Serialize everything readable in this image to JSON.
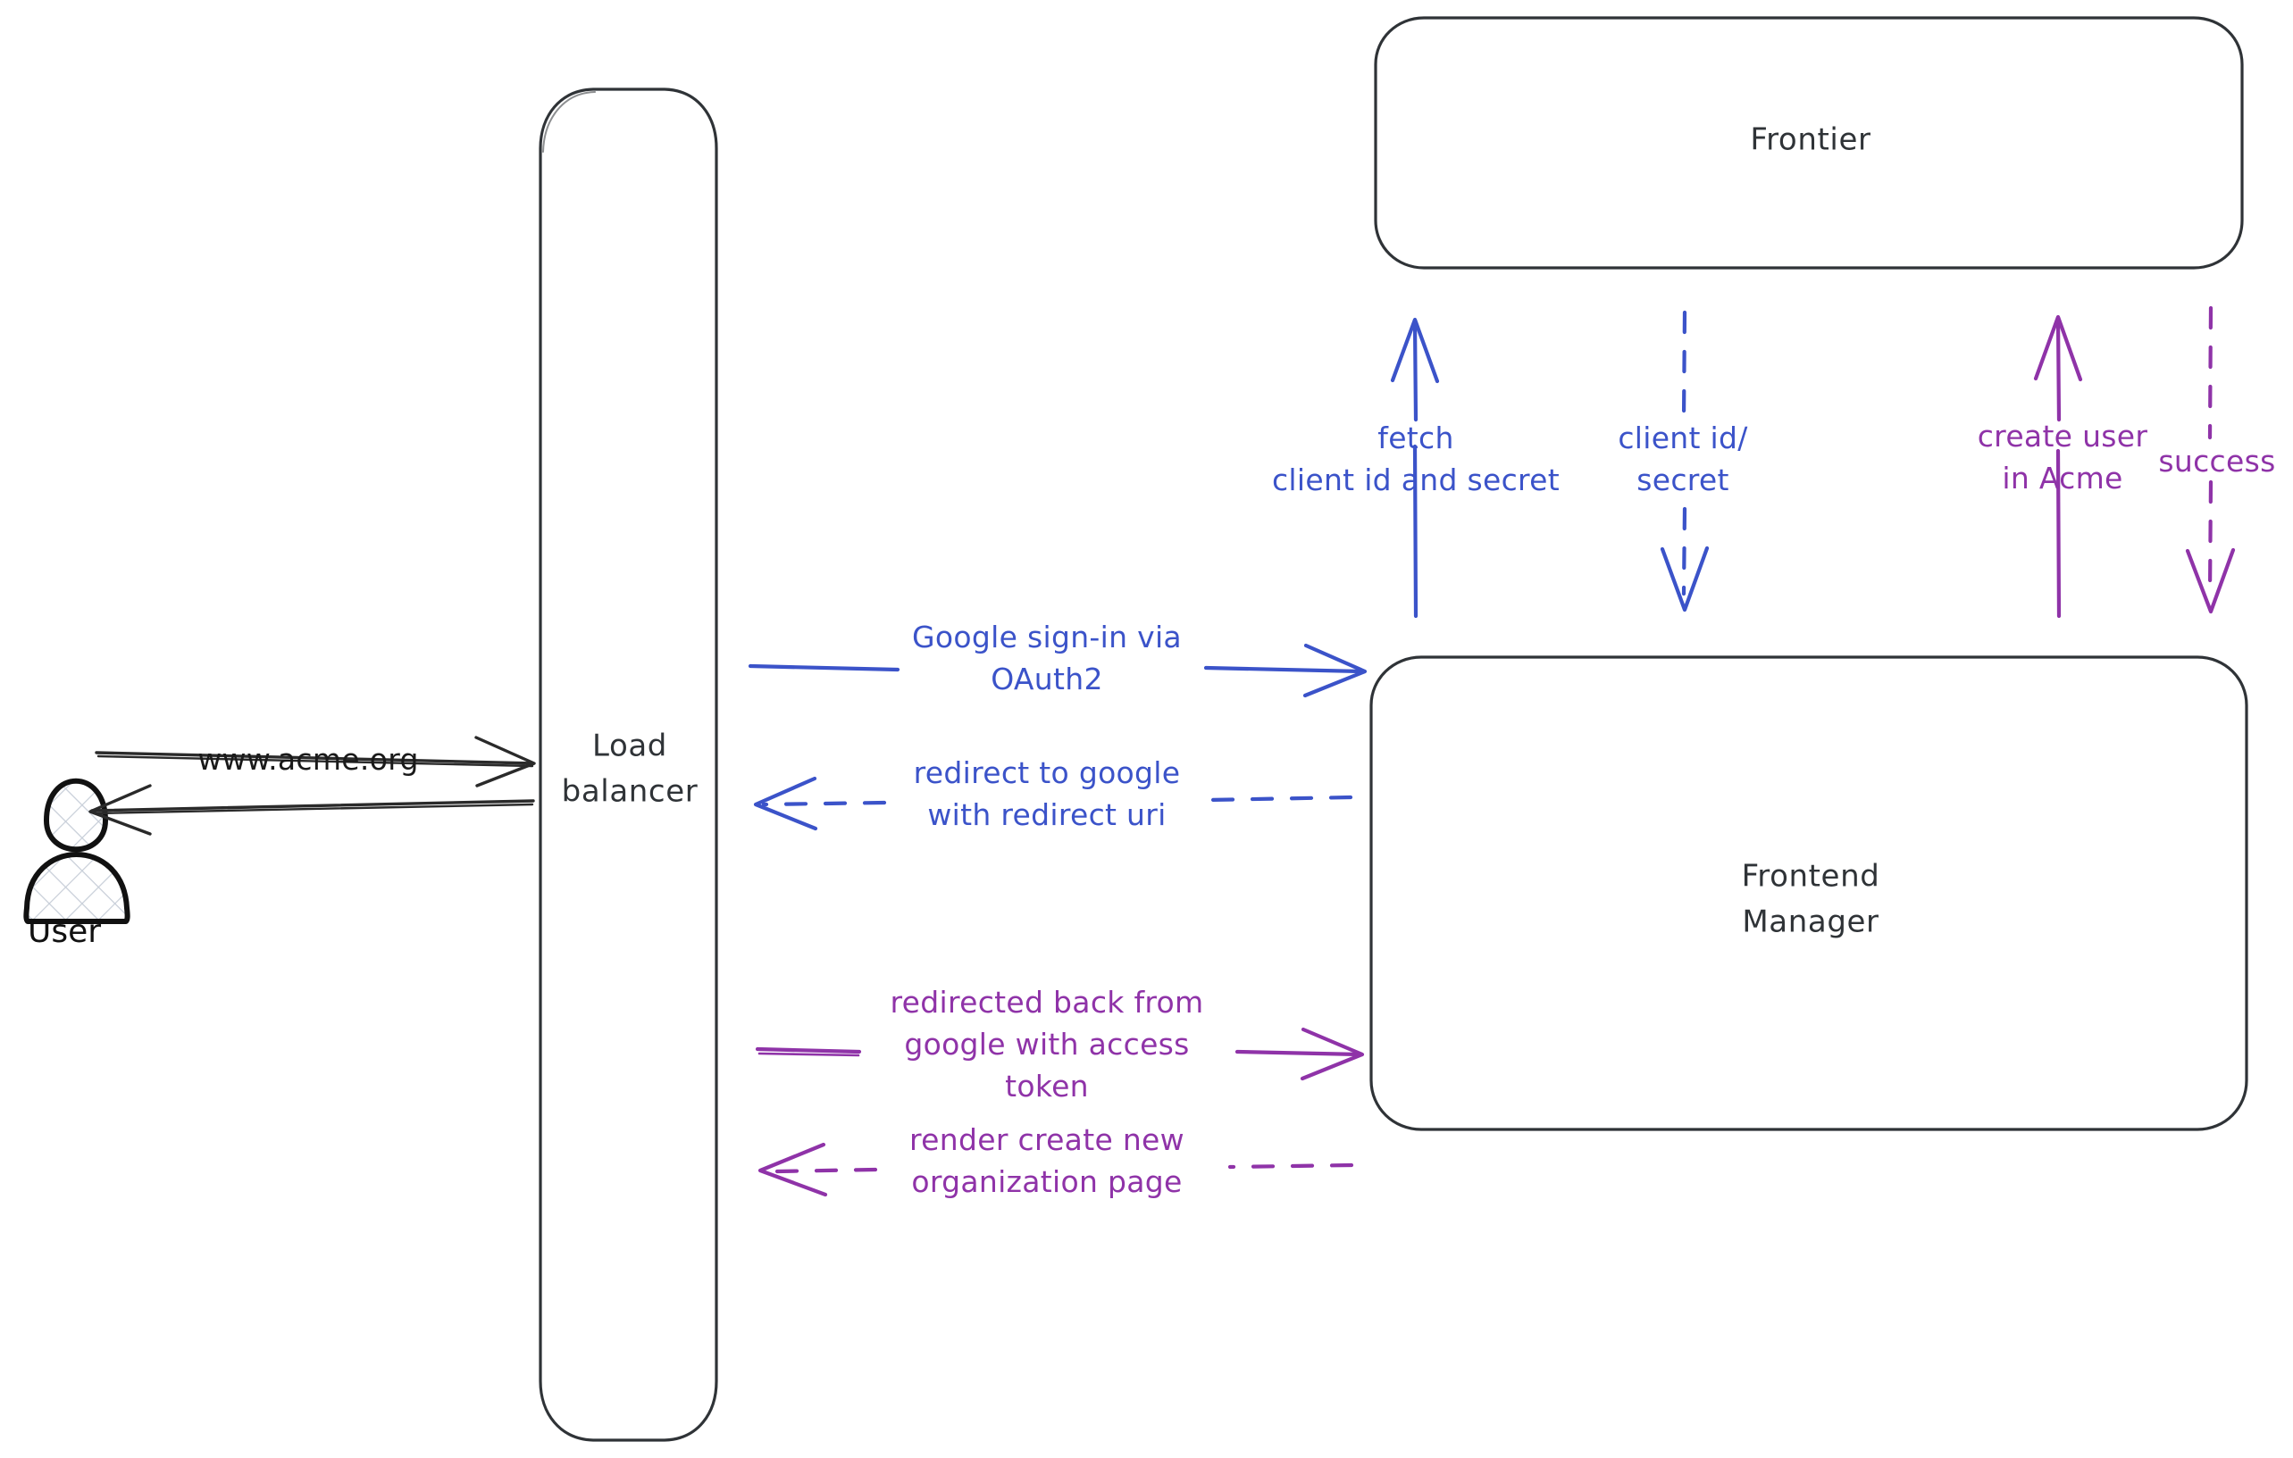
{
  "diagram": {
    "title": "Google OAuth2 sign-in flow",
    "colors": {
      "blue": "#3b53c9",
      "purple": "#8f33a8",
      "dark": "#2f3337",
      "background": "#ffffff"
    },
    "actors": [
      {
        "id": "user",
        "label": "User",
        "icon": "user-figure-icon"
      }
    ],
    "nodes": [
      {
        "id": "load-balancer",
        "label_line1": "Load",
        "label_line2": "balancer"
      },
      {
        "id": "frontier",
        "label_line1": "Frontier",
        "label_line2": ""
      },
      {
        "id": "frontend-manager",
        "label_line1": "Frontend",
        "label_line2": "Manager"
      }
    ],
    "edges": [
      {
        "id": "user-to-lb",
        "from": "user",
        "to": "load-balancer",
        "color": "dark",
        "style": "solid",
        "direction": "right",
        "label_lines": [
          "www.acme.org"
        ]
      },
      {
        "id": "lb-to-user",
        "from": "load-balancer",
        "to": "user",
        "color": "dark",
        "style": "solid",
        "direction": "left",
        "label_lines": []
      },
      {
        "id": "lb-to-fm-signin",
        "from": "load-balancer",
        "to": "frontend-manager",
        "color": "blue",
        "style": "solid",
        "direction": "right",
        "label_lines": [
          "Google sign-in via",
          "OAuth2"
        ]
      },
      {
        "id": "fm-to-lb-redirect",
        "from": "frontend-manager",
        "to": "load-balancer",
        "color": "blue",
        "style": "dashed",
        "direction": "left",
        "label_lines": [
          "redirect to google",
          "with redirect uri"
        ]
      },
      {
        "id": "fm-to-frontier-fetch",
        "from": "frontend-manager",
        "to": "frontier",
        "color": "blue",
        "style": "solid",
        "direction": "up",
        "label_lines": [
          "fetch",
          "client id and secret"
        ]
      },
      {
        "id": "frontier-to-fm-creds",
        "from": "frontier",
        "to": "frontend-manager",
        "color": "blue",
        "style": "dashed",
        "direction": "down",
        "label_lines": [
          "client id/",
          "secret"
        ]
      },
      {
        "id": "lb-to-fm-token",
        "from": "load-balancer",
        "to": "frontend-manager",
        "color": "purple",
        "style": "solid",
        "direction": "right",
        "label_lines": [
          "redirected back from",
          "google with access",
          "token"
        ]
      },
      {
        "id": "fm-to-lb-render",
        "from": "frontend-manager",
        "to": "load-balancer",
        "color": "purple",
        "style": "dashed",
        "direction": "left",
        "label_lines": [
          "render create new",
          "organization page"
        ]
      },
      {
        "id": "fm-to-frontier-create-user",
        "from": "frontend-manager",
        "to": "frontier",
        "color": "purple",
        "style": "solid",
        "direction": "up",
        "label_lines": [
          "create user",
          "in Acme"
        ]
      },
      {
        "id": "frontier-to-fm-success",
        "from": "frontier",
        "to": "frontend-manager",
        "color": "purple",
        "style": "dashed",
        "direction": "down",
        "label_lines": [
          "success"
        ]
      }
    ],
    "labels": {
      "user": "User",
      "www_acme_org": "www.acme.org",
      "load": "Load",
      "balancer": "balancer",
      "frontier": "Frontier",
      "frontend": "Frontend",
      "manager": "Manager",
      "google_signin_l1": "Google sign-in via",
      "google_signin_l2": "OAuth2",
      "redirect_google_l1": "redirect to google",
      "redirect_google_l2": "with redirect uri",
      "fetch_l1": "fetch",
      "fetch_l2": "client id and secret",
      "client_secret_l1": "client id/",
      "client_secret_l2": "secret",
      "redirected_back_l1": "redirected back from",
      "redirected_back_l2": "google with access",
      "redirected_back_l3": "token",
      "render_org_l1": "render create new",
      "render_org_l2": "organization page",
      "create_user_l1": "create user",
      "create_user_l2": "in Acme",
      "success": "success"
    }
  }
}
